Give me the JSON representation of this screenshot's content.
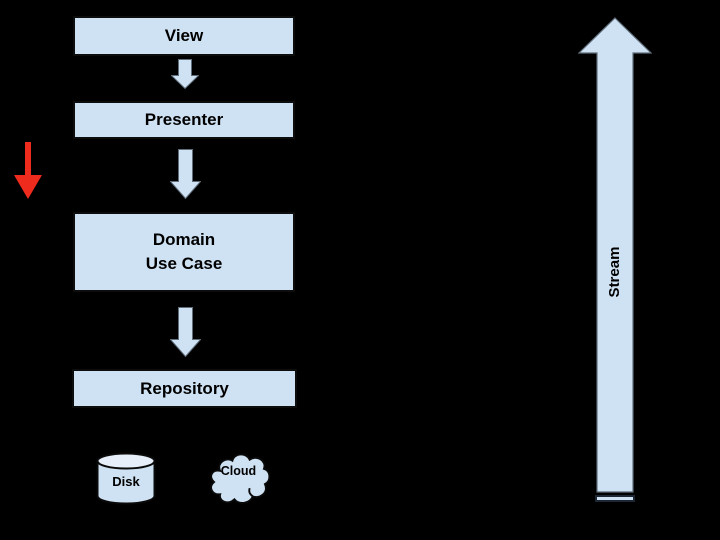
{
  "diagram": {
    "boxes": {
      "view": {
        "label": "View"
      },
      "presenter": {
        "label": "Presenter"
      },
      "domain": {
        "line1": "Domain",
        "line2": "Use Case"
      },
      "repository": {
        "label": "Repository"
      }
    },
    "storage": {
      "disk": {
        "label": "Disk"
      },
      "cloud": {
        "label": "Cloud"
      }
    },
    "stream": {
      "label": "Stream"
    }
  },
  "colors": {
    "background": "#000000",
    "shape_fill": "#cfe2f3",
    "shape_fill_light": "#e7f0fa",
    "box_border": "#0d0d0d",
    "arrow_border": "#5f6d7a",
    "bar_border": "#1c2733",
    "red_arrow": "#ee2b1c",
    "outline_black": "#0a0a0a",
    "text": "#000000"
  }
}
